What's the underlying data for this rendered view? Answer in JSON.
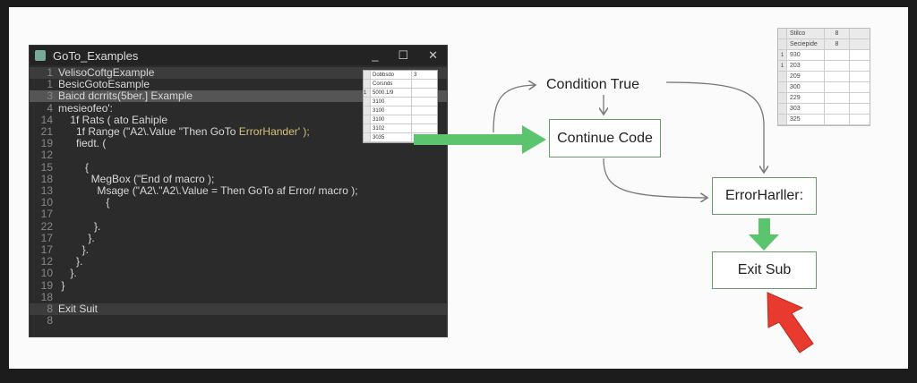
{
  "window": {
    "title": "GoTo_Examples",
    "minimize": "_",
    "maximize": "☐",
    "close": "✕"
  },
  "code_lines": [
    {
      "num": "1",
      "text": "VelisoCoftgExample"
    },
    {
      "num": "1",
      "text": "BesicGotoEsample"
    },
    {
      "num": "3",
      "text": "Baicd dcrrits(5ber.] Example"
    },
    {
      "num": "4",
      "text": "mesieofeo':"
    },
    {
      "num": "14",
      "text": "    1f Rats ( ato Eahiple"
    },
    {
      "num": "21",
      "text": "      1f Range (\"A2\\.Value \"Then GoTo ",
      "kw": "ErrorHander' );"
    },
    {
      "num": "19",
      "text": "      fiedt. ("
    },
    {
      "num": "12",
      "text": ""
    },
    {
      "num": "15",
      "text": "         {"
    },
    {
      "num": "18",
      "text": "           MegBox (\"End of macro );"
    },
    {
      "num": "13",
      "text": "             Msage (\"A2\\.\"A2\\.Value = Then GoTo af Error/ macro );"
    },
    {
      "num": "10",
      "text": "                {"
    },
    {
      "num": "17",
      "text": ""
    },
    {
      "num": "22",
      "text": "            }."
    },
    {
      "num": "17",
      "text": "          }."
    },
    {
      "num": "17",
      "text": "        }."
    },
    {
      "num": "12",
      "text": "      }."
    },
    {
      "num": "10",
      "text": "    }."
    },
    {
      "num": "19",
      "text": " }"
    },
    {
      "num": "18",
      "text": ""
    },
    {
      "num": "8",
      "text": "Exit Suit"
    },
    {
      "num": "8",
      "text": ""
    }
  ],
  "mini_table": [
    [
      "",
      "Dobbsdo",
      "3"
    ],
    [
      "",
      "Corsnds",
      ""
    ],
    [
      "1",
      "5000.1/9",
      ""
    ],
    [
      "",
      "3100",
      ""
    ],
    [
      "",
      "3100",
      ""
    ],
    [
      "",
      "3100",
      ""
    ],
    [
      "",
      "3102",
      ""
    ],
    [
      "",
      "3035",
      ""
    ]
  ],
  "table": [
    [
      "",
      "Stilco",
      "8",
      ""
    ],
    [
      "",
      "Seciepide",
      "8",
      ""
    ],
    [
      "1",
      "930",
      "",
      ""
    ],
    [
      "1",
      "203",
      "",
      ""
    ],
    [
      "",
      "209",
      "",
      ""
    ],
    [
      "",
      "300",
      "",
      ""
    ],
    [
      "",
      "229",
      "",
      ""
    ],
    [
      "",
      "303",
      "",
      ""
    ],
    [
      "",
      "325",
      "",
      ""
    ]
  ],
  "flow": {
    "condition": "Condition True",
    "continue": "Continue Code",
    "error": "ErrorHarller:",
    "exit": "Exit Sub"
  },
  "colors": {
    "green": "#5cc46e",
    "red": "#e83a2e",
    "box_border": "#6a9a6a"
  }
}
